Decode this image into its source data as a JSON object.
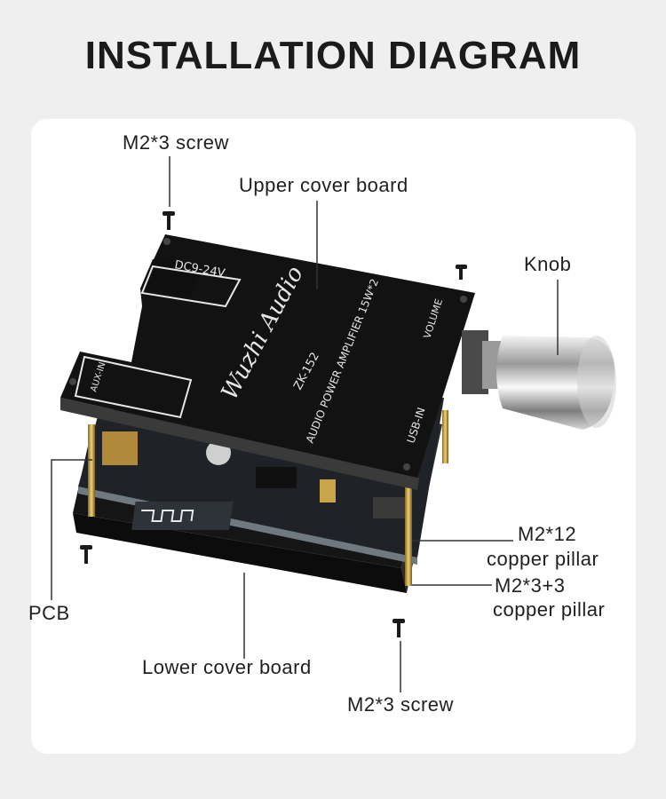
{
  "title": "INSTALLATION DIAGRAM",
  "labels": {
    "screw_top": "M2*3 screw",
    "upper_cover": "Upper cover board",
    "knob": "Knob",
    "pillar12_line1": "M2*12",
    "pillar12_line2": "copper pillar",
    "pillar33_line1": "M2*3+3",
    "pillar33_line2": "copper pillar",
    "pcb": "PCB",
    "lower_cover": "Lower cover board",
    "screw_bottom": "M2*3 screw"
  },
  "board_print": {
    "power": "DC9-24V",
    "brand": "Wuzhi Audio",
    "model": "ZK-152",
    "desc": "AUDIO POWER AMPLIFIER 15W*2",
    "volume": "VOLUME",
    "usb": "USB-IN",
    "aux": "AUX-IN"
  },
  "colors": {
    "background": "#efefef",
    "card": "#ffffff",
    "board": "#141414",
    "pcb": "#1e2226",
    "pillar": "#c9a44a",
    "knob": "#c8c8c8"
  }
}
